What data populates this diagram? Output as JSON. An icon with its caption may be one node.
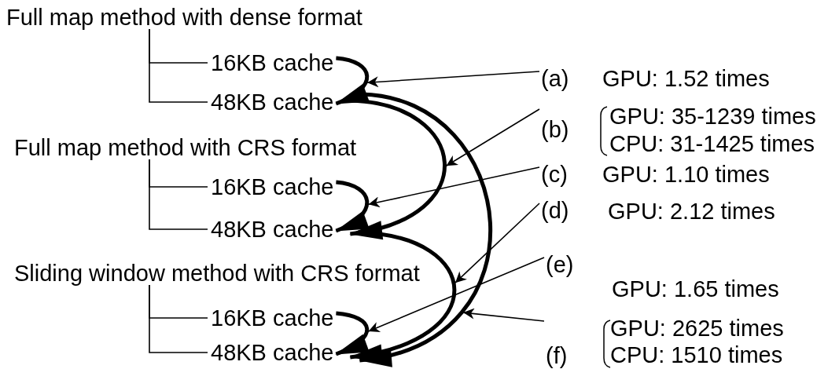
{
  "diagram": {
    "nodes": [
      {
        "text": [
          "Full map method with dense format"
        ]
      },
      {
        "text": [
          "16KB cache"
        ]
      },
      {
        "text": [
          "48KB cache"
        ]
      },
      {
        "text": [
          "Full map method with CRS format"
        ]
      },
      {
        "text": [
          "16KB cache"
        ]
      },
      {
        "text": [
          "48KB cache"
        ]
      },
      {
        "text": [
          "Sliding window method with CRS format"
        ]
      },
      {
        "text": [
          "16KB cache"
        ]
      },
      {
        "text": [
          "48KB cache"
        ]
      },
      {
        "text": [
          "(a)",
          "GPU: 1.52 times"
        ]
      },
      {
        "text": [
          "(b)",
          "GPU: 35-1239 times",
          "CPU: 31-1425 times"
        ]
      },
      {
        "text": [
          "(c)",
          "GPU: 1.10 times"
        ]
      },
      {
        "text": [
          "(d)",
          "GPU: 2.12 times"
        ]
      },
      {
        "text": [
          "(e)",
          "GPU: 1.65 times"
        ]
      },
      {
        "text": [
          "(f)",
          "GPU: 2625 times",
          "CPU: 1510 times"
        ]
      }
    ],
    "edges": [
      {
        "from": 0,
        "to": 1,
        "arrow": "none"
      },
      {
        "from": 0,
        "to": 2,
        "arrow": "none"
      },
      {
        "from": 3,
        "to": 4,
        "arrow": "none"
      },
      {
        "from": 3,
        "to": 5,
        "arrow": "none"
      },
      {
        "from": 6,
        "to": 7,
        "arrow": "none"
      },
      {
        "from": 6,
        "to": 8,
        "arrow": "none"
      },
      {
        "from": 1,
        "to": 2,
        "arrow": "to",
        "style": "thick"
      },
      {
        "from": 2,
        "to": 5,
        "arrow": "to",
        "style": "thick"
      },
      {
        "from": 4,
        "to": 5,
        "arrow": "to",
        "style": "thick"
      },
      {
        "from": 5,
        "to": 8,
        "arrow": "to",
        "style": "thick"
      },
      {
        "from": 7,
        "to": 8,
        "arrow": "to",
        "style": "thick"
      },
      {
        "from": 2,
        "to": 8,
        "arrow": "to",
        "style": "thick"
      },
      {
        "from": 9,
        "to": null,
        "arrow": "to"
      },
      {
        "from": 10,
        "to": null,
        "arrow": "to"
      },
      {
        "from": 11,
        "to": null,
        "arrow": "to"
      },
      {
        "from": 12,
        "to": null,
        "arrow": "to"
      },
      {
        "from": 13,
        "to": null,
        "arrow": "to"
      },
      {
        "from": 14,
        "to": null,
        "arrow": "to"
      }
    ]
  }
}
